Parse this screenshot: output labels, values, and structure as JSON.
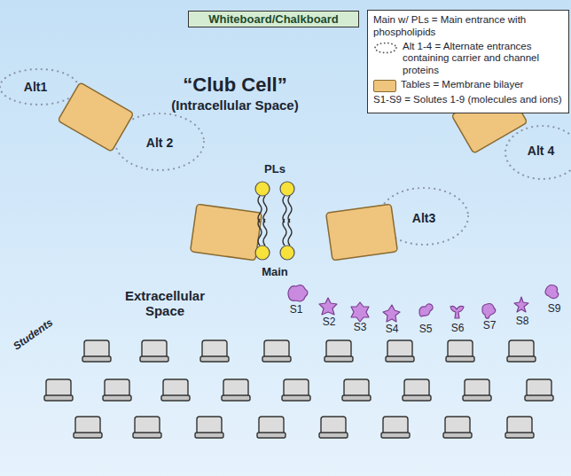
{
  "diagram": {
    "title": "“Club Cell”",
    "nodes": [
      {
        "text": [
          "Whiteboard/Chalkboard"
        ]
      }
    ],
    "labels": [
      "(Intracellular Space)",
      "Alt1",
      "Alt 2",
      "PLs",
      "Main",
      "Alt3",
      "Alt 4",
      "Extracellular Space",
      "S1",
      "S2",
      "S3",
      "S4",
      "S5",
      "S6",
      "S7",
      "S8",
      "S9",
      "Students"
    ],
    "legend": [
      {
        "text": "Main w/ PLs = Main entrance with phospholipids"
      },
      {
        "text": "Alt 1-4 = Alternate entrances containing carrier and channel proteins"
      },
      {
        "text": "Tables = Membrane bilayer",
        "color": "#efc57e"
      },
      {
        "text": "S1-S9 = Solutes 1-9 (molecules and ions)"
      }
    ]
  }
}
